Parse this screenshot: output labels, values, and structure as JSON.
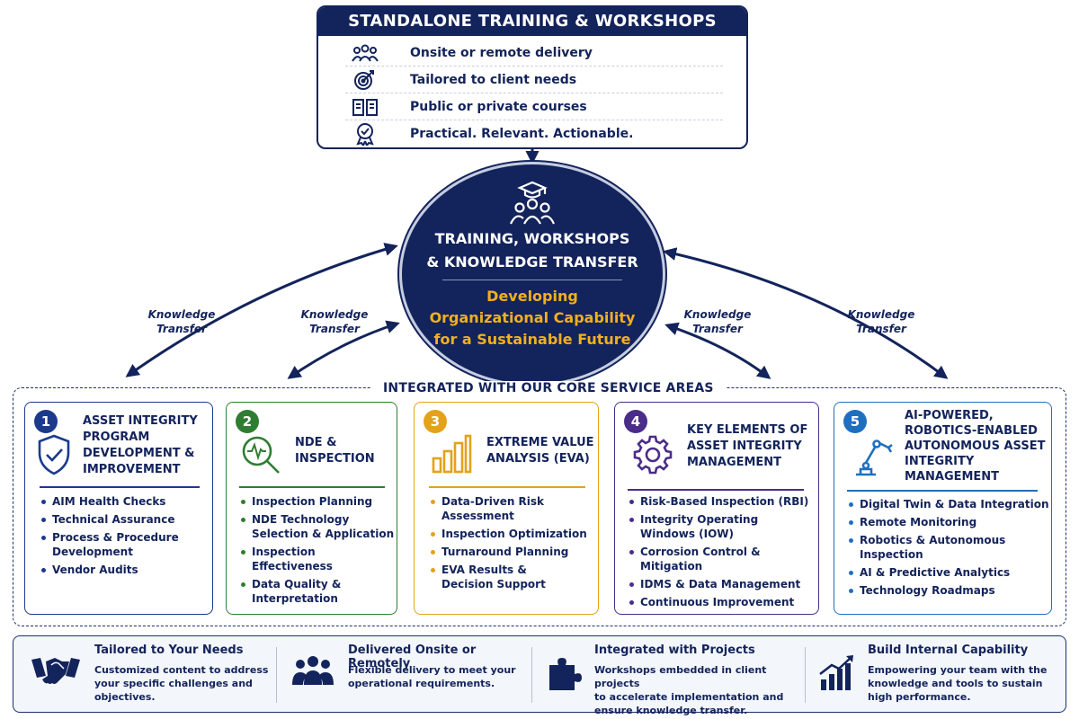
{
  "standalone": {
    "title": "STANDALONE TRAINING & WORKSHOPS",
    "items": [
      {
        "icon": "group-icon",
        "label": "Onsite or remote delivery"
      },
      {
        "icon": "target-icon",
        "label": "Tailored to client needs"
      },
      {
        "icon": "book-icon",
        "label": "Public or private courses"
      },
      {
        "icon": "award-ribbon-icon",
        "label": "Practical. Relevant. Actionable."
      }
    ]
  },
  "center": {
    "icon": "graduation-cap-group-icon",
    "title_line1": "TRAINING, WORKSHOPS",
    "title_line2": "& KNOWLEDGE TRANSFER",
    "subtitle_line1": "Developing",
    "subtitle_line2": "Organizational Capability",
    "subtitle_line3": "for a Sustainable Future"
  },
  "knowledge_transfer": {
    "line1": "Knowledge",
    "line2": "Transfer"
  },
  "core": {
    "title": "INTEGRATED WITH OUR CORE SERVICE AREAS",
    "cards": [
      {
        "num": "1",
        "color": "#1b3a8c",
        "icon": "shield-check-icon",
        "title_lines": [
          "ASSET INTEGRITY",
          "PROGRAM",
          "DEVELOPMENT &",
          "IMPROVEMENT"
        ],
        "items": [
          [
            "AIM Health Checks"
          ],
          [
            "Technical Assurance"
          ],
          [
            "Process & Procedure",
            "Development"
          ],
          [
            "Vendor Audits"
          ]
        ]
      },
      {
        "num": "2",
        "color": "#2f7d32",
        "icon": "magnifier-signal-icon",
        "title_lines": [
          "NDE &",
          "INSPECTION"
        ],
        "items": [
          [
            "Inspection Planning"
          ],
          [
            "NDE Technology",
            "Selection & Application"
          ],
          [
            "Inspection Effectiveness"
          ],
          [
            "Data Quality &",
            "Interpretation"
          ]
        ]
      },
      {
        "num": "3",
        "color": "#e3a21a",
        "icon": "bar-chart-icon",
        "title_lines": [
          "EXTREME VALUE",
          "ANALYSIS (EVA)"
        ],
        "items": [
          [
            "Data-Driven Risk",
            "Assessment"
          ],
          [
            "Inspection Optimization"
          ],
          [
            "Turnaround Planning"
          ],
          [
            "EVA Results &",
            "Decision Support"
          ]
        ]
      },
      {
        "num": "4",
        "color": "#4a2c8a",
        "icon": "gear-icon",
        "title_lines": [
          "KEY ELEMENTS OF",
          "ASSET INTEGRITY",
          "MANAGEMENT"
        ],
        "items": [
          [
            "Risk-Based Inspection (RBI)"
          ],
          [
            "Integrity Operating",
            "Windows (IOW)"
          ],
          [
            "Corrosion Control &",
            "Mitigation"
          ],
          [
            "IDMS & Data Management"
          ],
          [
            "Continuous Improvement"
          ]
        ]
      },
      {
        "num": "5",
        "color": "#1f6fc0",
        "icon": "robot-arm-icon",
        "title_lines": [
          "AI-POWERED,",
          "ROBOTICS-ENABLED",
          "AUTONOMOUS ASSET",
          "INTEGRITY",
          "MANAGEMENT"
        ],
        "items": [
          [
            "Digital Twin & Data Integration"
          ],
          [
            "Remote Monitoring"
          ],
          [
            "Robotics & Autonomous",
            "Inspection"
          ],
          [
            "AI & Predictive Analytics"
          ],
          [
            "Technology Roadmaps"
          ]
        ]
      }
    ]
  },
  "bottom": [
    {
      "icon": "handshake-icon",
      "title": "Tailored to Your Needs",
      "desc": [
        "Customized content to address",
        "your specific challenges and",
        "objectives."
      ]
    },
    {
      "icon": "people-icon",
      "title": "Delivered Onsite or Remotely",
      "desc": [
        "Flexible delivery to meet your",
        "operational requirements."
      ]
    },
    {
      "icon": "puzzle-icon",
      "title": "Integrated with Projects",
      "desc": [
        "Workshops embedded in client projects",
        "to accelerate implementation and",
        "ensure knowledge transfer."
      ]
    },
    {
      "icon": "growth-chart-icon",
      "title": "Build Internal Capability",
      "desc": [
        "Empowering your team with the",
        "knowledge and tools to sustain",
        "high performance."
      ]
    }
  ]
}
